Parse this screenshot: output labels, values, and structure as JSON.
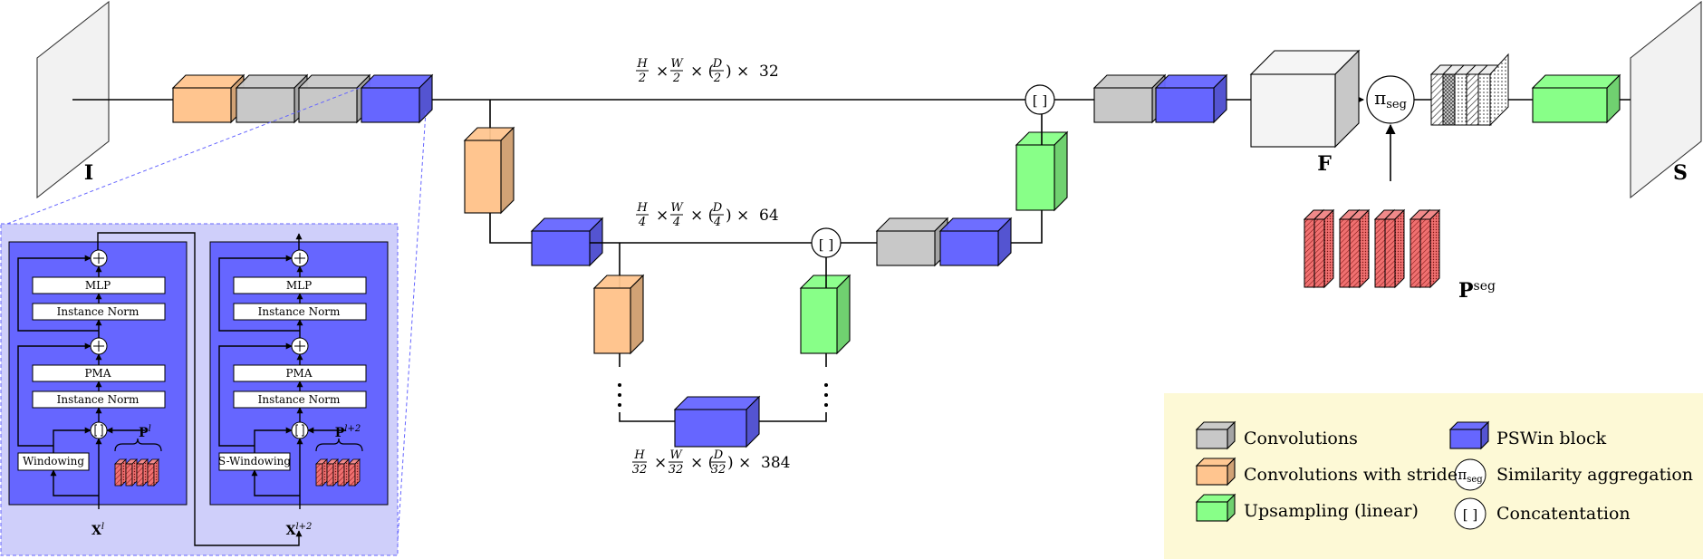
{
  "colors": {
    "conv": "#c8c8c8",
    "stride": "#ffc58f",
    "upsample": "#88ff88",
    "pswin": "#6666ff",
    "panel_bg": "#cfcffa",
    "legend_bg": "#fdf9d6",
    "proto": "#f07070"
  },
  "labels": {
    "input": "I",
    "output": "S",
    "features": "F",
    "prototypes": "P",
    "prototypes_sup": "seg",
    "pi": "π",
    "pi_sub": "seg",
    "concat": "[ ]"
  },
  "dims": {
    "level1": {
      "h": "H",
      "hd": "2",
      "w": "W",
      "wd": "2",
      "d": "D",
      "dd": "2",
      "c": "32"
    },
    "level2": {
      "h": "H",
      "hd": "4",
      "w": "W",
      "wd": "4",
      "d": "D",
      "dd": "4",
      "c": "64"
    },
    "level5": {
      "h": "H",
      "hd": "32",
      "w": "W",
      "wd": "32",
      "d": "D",
      "dd": "32",
      "c": "384"
    }
  },
  "block_detail": {
    "left": {
      "mlp": "MLP",
      "norm2": "Instance Norm",
      "pma": "PMA",
      "norm1": "Instance Norm",
      "window": "Windowing",
      "input": "X",
      "input_sup": "l",
      "proto": "P",
      "proto_sup": "l"
    },
    "right": {
      "mlp": "MLP",
      "norm2": "Instance Norm",
      "pma": "PMA",
      "norm1": "Instance Norm",
      "window": "S-Windowing",
      "input": "X",
      "input_sup": "l+2",
      "proto": "P",
      "proto_sup": "l+2"
    }
  },
  "legend": {
    "conv": "Convolutions",
    "stride": "Convolutions with stride",
    "upsample": "Upsampling (linear)",
    "pswin": "PSWin block",
    "similarity": "Similarity aggregation",
    "concat": "Concatentation",
    "pi": "π",
    "pi_sub": "seg",
    "bracket": "[ ]"
  }
}
